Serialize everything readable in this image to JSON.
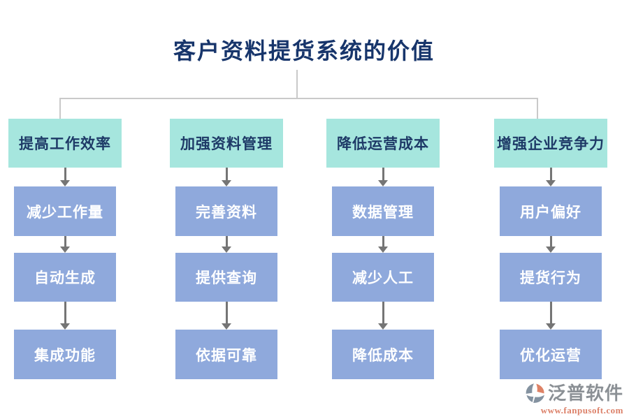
{
  "title": "客户资料提货系统的价值",
  "columns": [
    {
      "header": "提高工作效率",
      "items": [
        "减少工作量",
        "自动生成",
        "集成功能"
      ]
    },
    {
      "header": "加强资料管理",
      "items": [
        "完善资料",
        "提供查询",
        "依据可靠"
      ]
    },
    {
      "header": "降低运营成本",
      "items": [
        "数据管理",
        "减少人工",
        "降低成本"
      ]
    },
    {
      "header": "增强企业竞争力",
      "items": [
        "用户偏好",
        "提货行为",
        "优化运营"
      ]
    }
  ],
  "branding": {
    "logo_icon": "fanpu-logo-icon",
    "name": "泛普软件",
    "url": "www.fanpusoft.com"
  },
  "colors": {
    "title_text": "#17356B",
    "header_bg": "#A6E6DE",
    "header_text": "#1E3A67",
    "item_bg": "#8FA9DC",
    "item_text": "#FFFFFF",
    "connector": "#C9C9C9",
    "arrow": "#757575",
    "brand_name": "#8B9095",
    "brand_url": "#DC8068",
    "logo_gray": "#8492A0",
    "logo_orange": "#DE8266"
  }
}
